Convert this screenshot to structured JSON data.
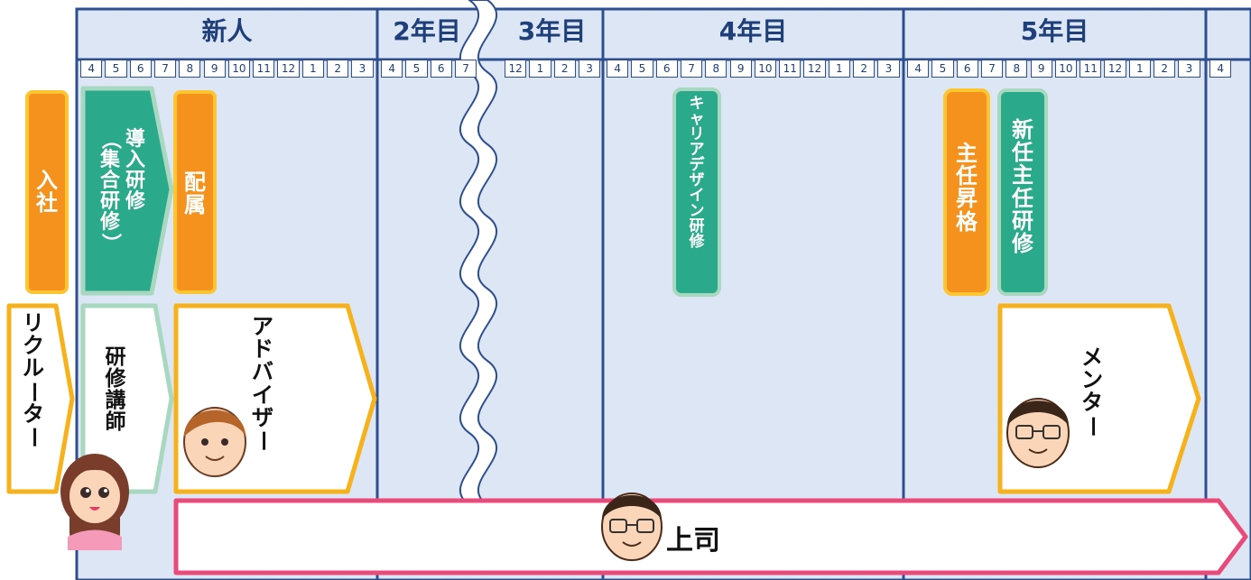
{
  "header": {
    "years": [
      {
        "label": "新人"
      },
      {
        "label": "2年目"
      },
      {
        "label": "3年目"
      },
      {
        "label": "4年目"
      },
      {
        "label": "5年目"
      }
    ],
    "months": {
      "shinjin": [
        "4",
        "5",
        "6",
        "7",
        "8",
        "9",
        "10",
        "11",
        "12",
        "1",
        "2",
        "3"
      ],
      "year2": [
        "4",
        "5",
        "6",
        "7"
      ],
      "year3": [
        "12",
        "1",
        "2",
        "3"
      ],
      "year4": [
        "4",
        "5",
        "6",
        "7",
        "8",
        "9",
        "10",
        "11",
        "12",
        "1",
        "2",
        "3"
      ],
      "year5": [
        "4",
        "5",
        "6",
        "7",
        "8",
        "9",
        "10",
        "11",
        "12",
        "1",
        "2",
        "3"
      ],
      "year6": [
        "4"
      ]
    }
  },
  "events": {
    "nyusha": "入社",
    "dounyu_col1": "導入研修",
    "dounyu_col2": "（集合研修）",
    "haizoku": "配属",
    "career": "キャリアデザイン研修",
    "shunin_shokaku": "主任昇格",
    "shinnin_shunin": "新任主任研修"
  },
  "support": {
    "recruiter": "リクルーター",
    "trainer": "研修講師",
    "advisor": "アドバイザー",
    "mentor": "メンター",
    "boss": "上司"
  },
  "colors": {
    "navy": "#2e4f8f",
    "panel": "#dde6f4",
    "orange": "#f5921e",
    "orange_border": "#fcc531",
    "teal": "#2aa98b",
    "teal_border": "#a8d8bf",
    "gold": "#f7b21b",
    "pink": "#e84a7a"
  }
}
